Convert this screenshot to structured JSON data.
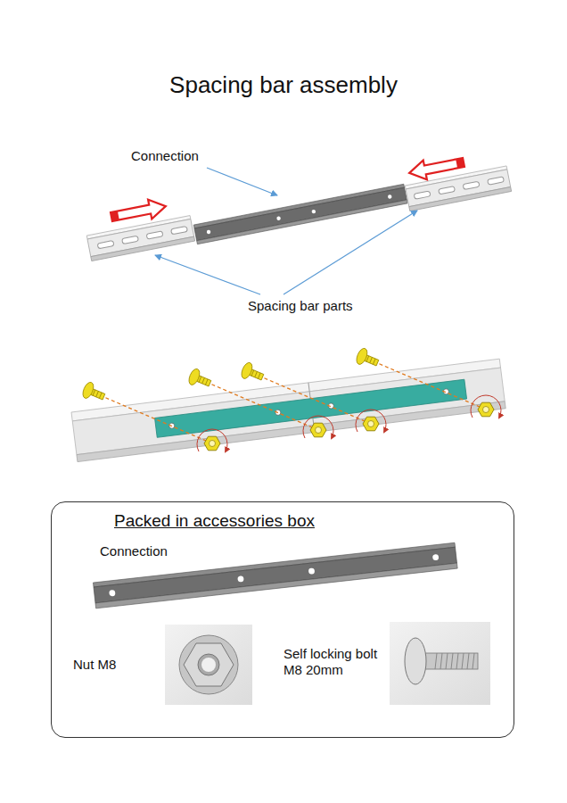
{
  "diagram": {
    "title": "Spacing bar assembly",
    "nodes": [
      {
        "text": [
          "Packed in accessories box"
        ]
      }
    ],
    "labels": [
      "Connection",
      "Spacing bar parts",
      "Connection",
      "Nut M8",
      "Self locking bolt M8 20mm"
    ]
  }
}
